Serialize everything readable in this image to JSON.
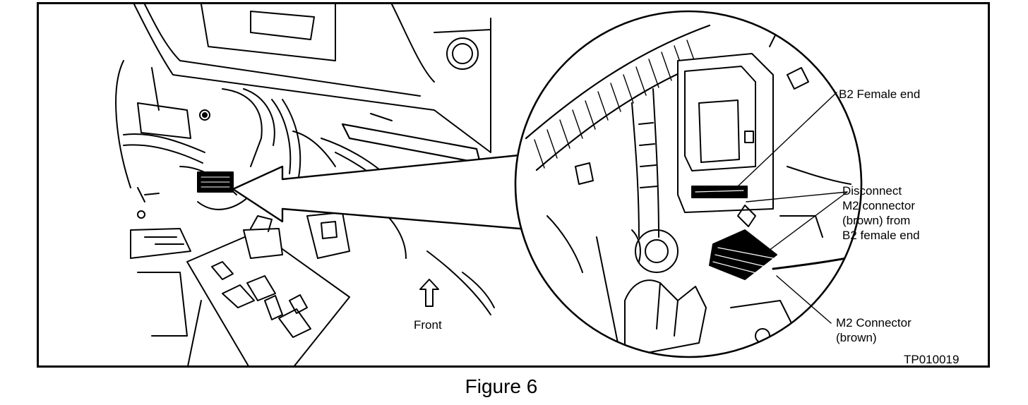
{
  "labels": {
    "b2_female_end": "B2 Female end",
    "disconnect": [
      "Disconnect",
      "M2 connector",
      "(brown) from",
      "B2 female end"
    ],
    "m2_connector": [
      "M2 Connector",
      "(brown)"
    ],
    "front": "Front",
    "figure_code": "TP010019"
  },
  "caption": "Figure 6"
}
